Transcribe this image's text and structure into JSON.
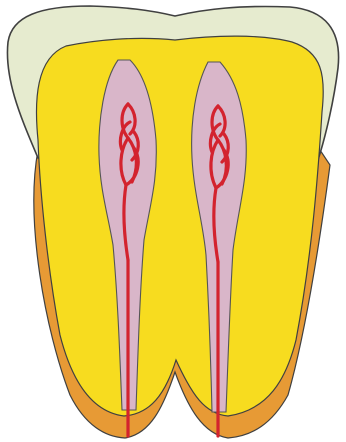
{
  "diagram": {
    "subject": "tooth-cross-section",
    "parts": [
      "enamel",
      "dentin",
      "cementum",
      "pulp",
      "blood-vessels"
    ],
    "colors": {
      "background": "#ffffff",
      "enamel": "#e6ebcf",
      "dentin": "#f7dc1f",
      "cementum": "#e79a35",
      "pulp": "#d9b6c9",
      "blood_vessels": "#d3232e",
      "outline": "#404040"
    }
  }
}
